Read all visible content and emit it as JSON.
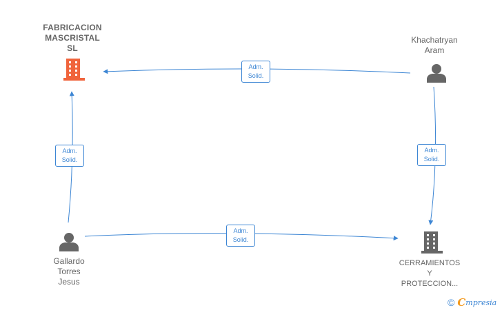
{
  "nodes": {
    "fabricacion": {
      "lines": [
        "FABRICACION",
        "MASCRISTAL",
        "SL"
      ],
      "type": "company",
      "color": "#f0643c"
    },
    "khachatryan": {
      "lines": [
        "Khachatryan",
        "Aram"
      ],
      "type": "person",
      "color": "#666666"
    },
    "gallardo": {
      "lines": [
        "Gallardo",
        "Torres",
        "Jesus"
      ],
      "type": "person",
      "color": "#666666"
    },
    "cerramientos": {
      "lines": [
        "CERRAMIENTOS",
        "Y",
        "PROTECCION..."
      ],
      "type": "company",
      "color": "#666666"
    }
  },
  "edges": [
    {
      "from": "khachatryan",
      "to": "fabricacion",
      "label": [
        "Adm.",
        "Solid."
      ]
    },
    {
      "from": "gallardo",
      "to": "fabricacion",
      "label": [
        "Adm.",
        "Solid."
      ]
    },
    {
      "from": "gallardo",
      "to": "cerramientos",
      "label": [
        "Adm.",
        "Solid."
      ]
    },
    {
      "from": "khachatryan",
      "to": "cerramientos",
      "label": [
        "Adm.",
        "Solid."
      ]
    }
  ],
  "colors": {
    "edge": "#3d86d4",
    "accent": "#f39a1e"
  },
  "footer": {
    "copyright_symbol": "©",
    "brand_initial": "C",
    "brand_rest": "mpresia"
  }
}
